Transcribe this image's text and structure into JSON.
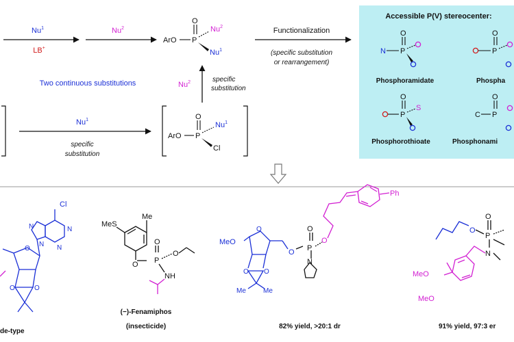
{
  "colors": {
    "blue": "#1a2fd6",
    "magenta": "#d21fd2",
    "red": "#d11a1a",
    "black": "#111111",
    "teal_box": "#bdeef3",
    "divider": "#9a9a9a"
  },
  "top": {
    "row1": {
      "nu1": "Nu",
      "nu1_sup": "1",
      "lb": "LB",
      "lb_sup": "+",
      "nu2": "Nu",
      "nu2_sup": "2",
      "product_aro": "ArO",
      "product_p": "P",
      "product_o": "O",
      "product_nu2": "Nu",
      "product_nu2_sup": "2",
      "product_nu1": "Nu",
      "product_nu1_sup": "1"
    },
    "functionalization": "Functionalization",
    "functionalization_note_1": "(specific substitution",
    "functionalization_note_2": "or rearrangement)",
    "two_substitutions": "Two continuous substitutions",
    "vert_nu2": "Nu",
    "vert_nu2_sup": "2",
    "vert_label_1": "specific",
    "vert_label_2": "substitution",
    "row2": {
      "nu1": "Nu",
      "nu1_sup": "1",
      "label_1": "specific",
      "label_2": "substitution",
      "int_aro": "ArO",
      "int_p": "P",
      "int_o": "O",
      "int_nu1": "Nu",
      "int_nu1_sup": "1",
      "int_cl": "Cl"
    }
  },
  "stereocenter_box": {
    "title": "Accessible P(V) stereocenter:",
    "items": [
      {
        "name": "Phosphoramidate",
        "left_atom": "N",
        "top_atom": "O",
        "p": "P"
      },
      {
        "name": "Phospha",
        "left_atom": "O",
        "top_atom": "O",
        "p": "P"
      },
      {
        "name": "Phosphorothioate",
        "left_atom": "O",
        "top_atom": "O",
        "right_atom": "S",
        "p": "P"
      },
      {
        "name": "Phosphonami",
        "left_atom": "C",
        "top_atom": "O",
        "p": "P"
      }
    ]
  },
  "bottom": {
    "mol1": {
      "cl": "Cl",
      "n_labels": [
        "N",
        "N",
        "N",
        "N"
      ],
      "o_labels": [
        "O",
        "O",
        "O"
      ],
      "caption": "de-type"
    },
    "mol2": {
      "mes": "MeS",
      "me": "Me",
      "o1": "O",
      "p": "P",
      "o_top": "O",
      "o_right": "O",
      "nh": "NH",
      "name": "(−)-Fenamiphos",
      "class": "(insecticide)"
    },
    "mol3": {
      "meo": "MeO",
      "o_ring": "O",
      "o_link": "O",
      "p": "P",
      "o_top": "O",
      "o_right": "O",
      "n": "N",
      "ph": "Ph",
      "me_labels": [
        "Me",
        "Me"
      ],
      "caption": "82% yield, >20:1 dr"
    },
    "mol4": {
      "o_left": "O",
      "p": "P",
      "o_top": "O",
      "n": "N",
      "meo1": "MeO",
      "meo2": "MeO",
      "caption": "91% yield, 97:3 er"
    }
  }
}
